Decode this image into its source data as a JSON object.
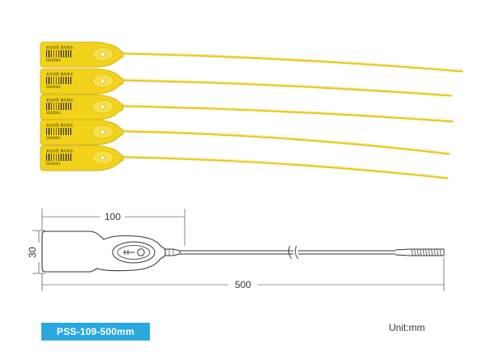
{
  "product": {
    "model_code": "PSS-109-500mm",
    "unit_label": "Unit:mm",
    "body_color": "#f2d21a",
    "strap_color": "#e9c92a"
  },
  "photo": {
    "seal_count": 5,
    "tags": [
      {
        "label": "安全封签 请勿拆去",
        "serial": "0000060"
      },
      {
        "label": "安全封签 请勿拆去",
        "serial": "0000064"
      },
      {
        "label": "安全封签 请勿拆去",
        "serial": "0000063"
      },
      {
        "label": "安全封签 请勿拆去",
        "serial": "0000062"
      },
      {
        "label": "安全封签 请勿拆去",
        "serial": "0000061"
      }
    ]
  },
  "drawing": {
    "dimensions": {
      "head_length": "100",
      "head_height": "30",
      "total_length": "500"
    }
  }
}
